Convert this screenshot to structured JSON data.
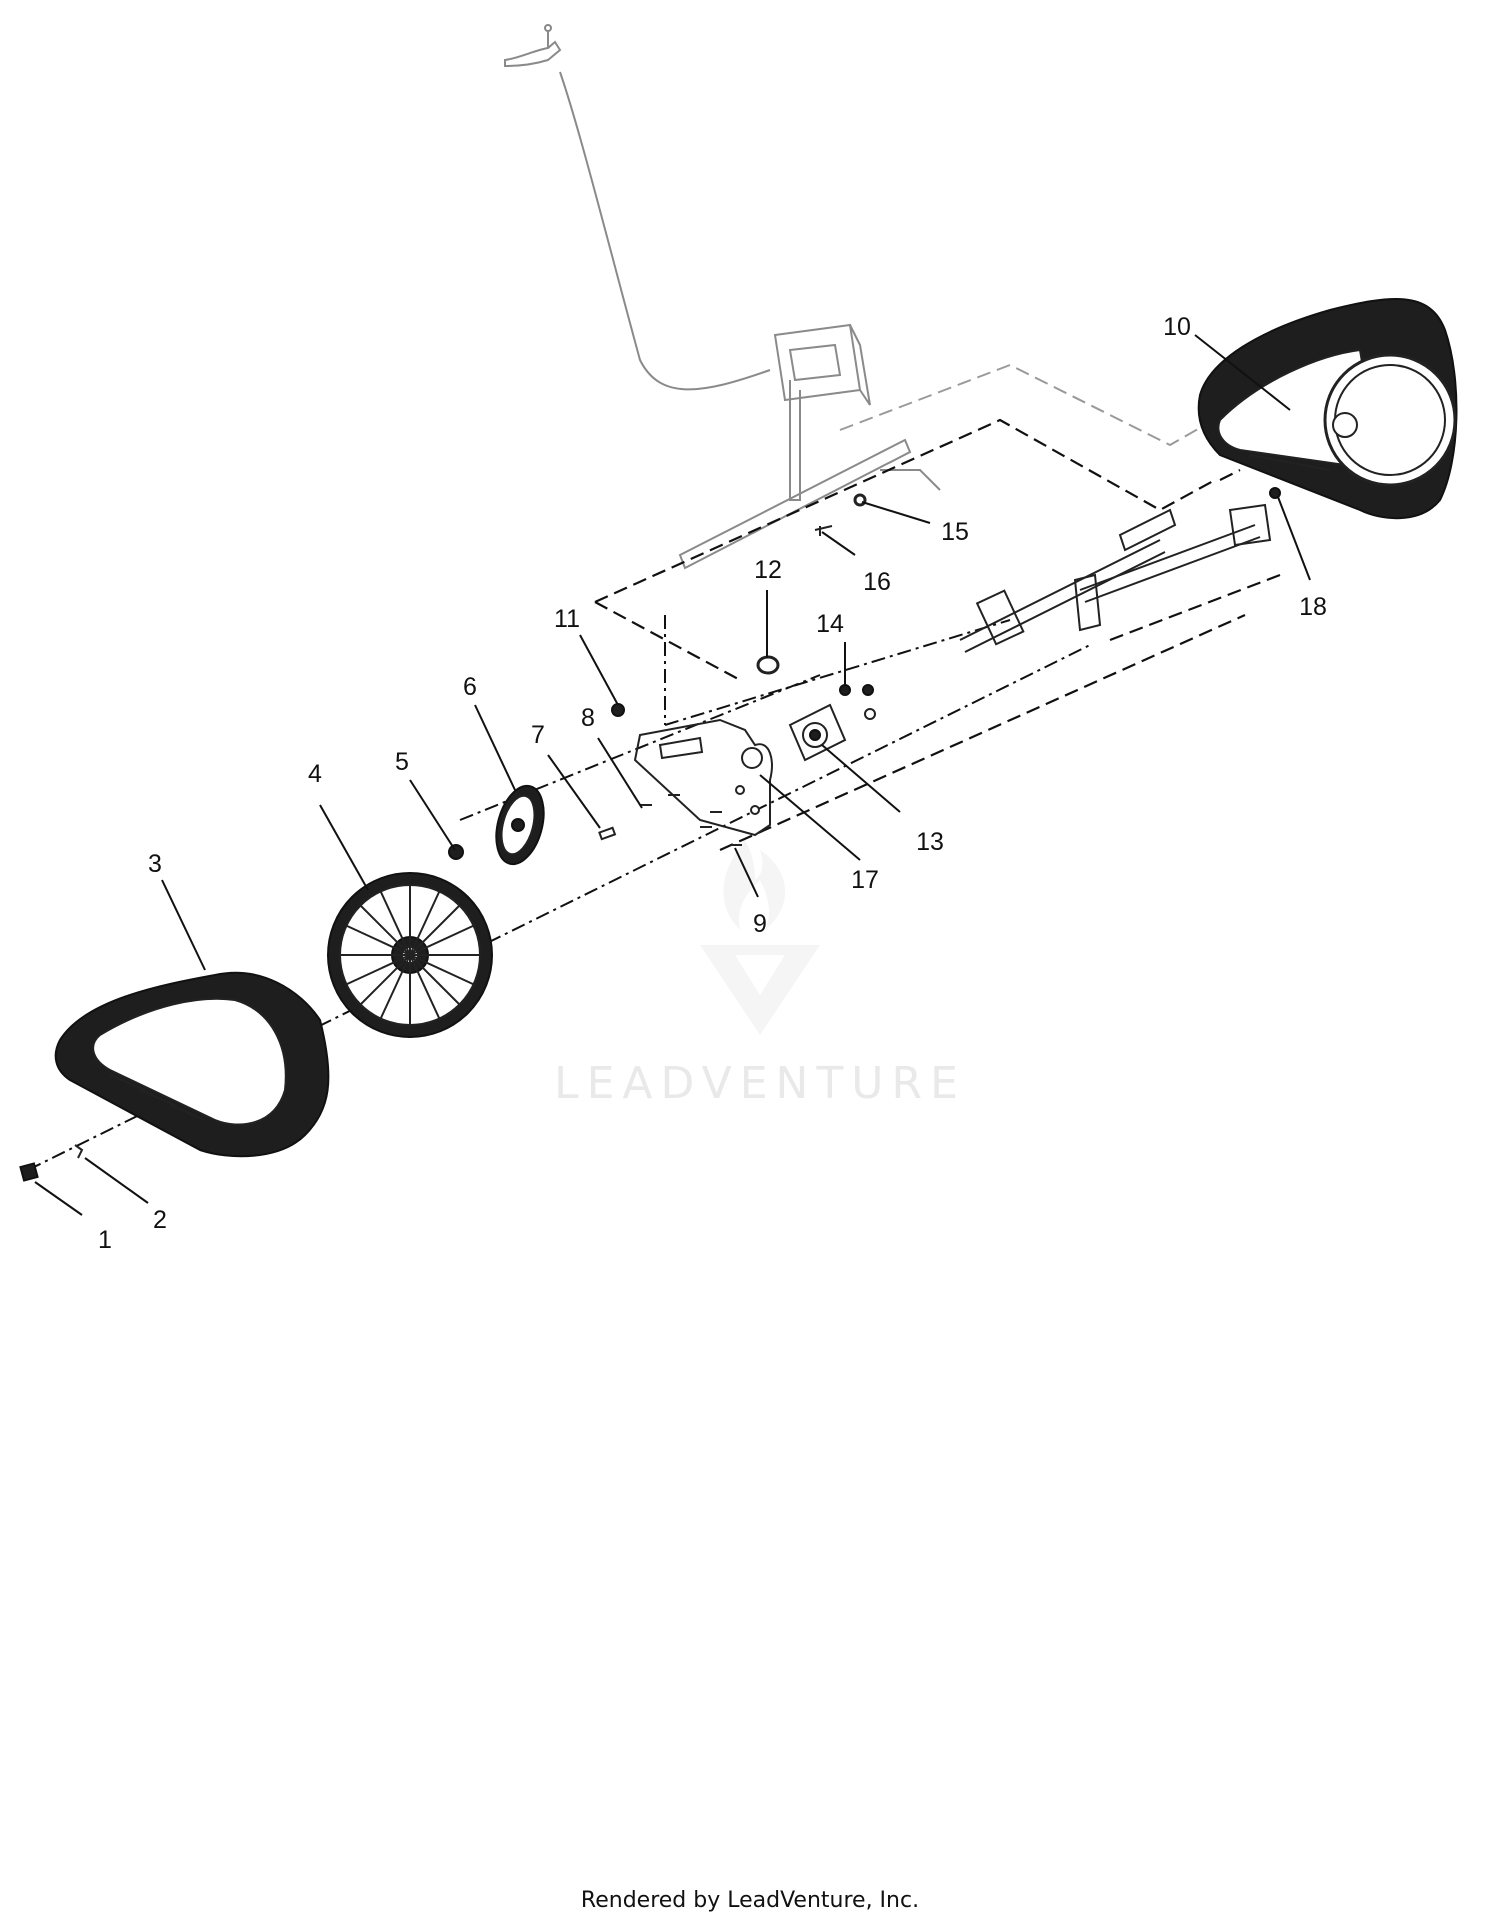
{
  "callouts": [
    {
      "id": "1",
      "label": "1"
    },
    {
      "id": "2",
      "label": "2"
    },
    {
      "id": "3",
      "label": "3"
    },
    {
      "id": "4",
      "label": "4"
    },
    {
      "id": "5",
      "label": "5"
    },
    {
      "id": "6",
      "label": "6"
    },
    {
      "id": "7",
      "label": "7"
    },
    {
      "id": "8",
      "label": "8"
    },
    {
      "id": "9",
      "label": "9"
    },
    {
      "id": "10",
      "label": "10"
    },
    {
      "id": "11",
      "label": "11"
    },
    {
      "id": "12",
      "label": "12"
    },
    {
      "id": "13",
      "label": "13"
    },
    {
      "id": "14",
      "label": "14"
    },
    {
      "id": "15",
      "label": "15"
    },
    {
      "id": "16",
      "label": "16"
    },
    {
      "id": "17",
      "label": "17"
    },
    {
      "id": "18",
      "label": "18"
    }
  ],
  "watermark": "LEADVENTURE",
  "footer": "Rendered by LeadVenture, Inc."
}
